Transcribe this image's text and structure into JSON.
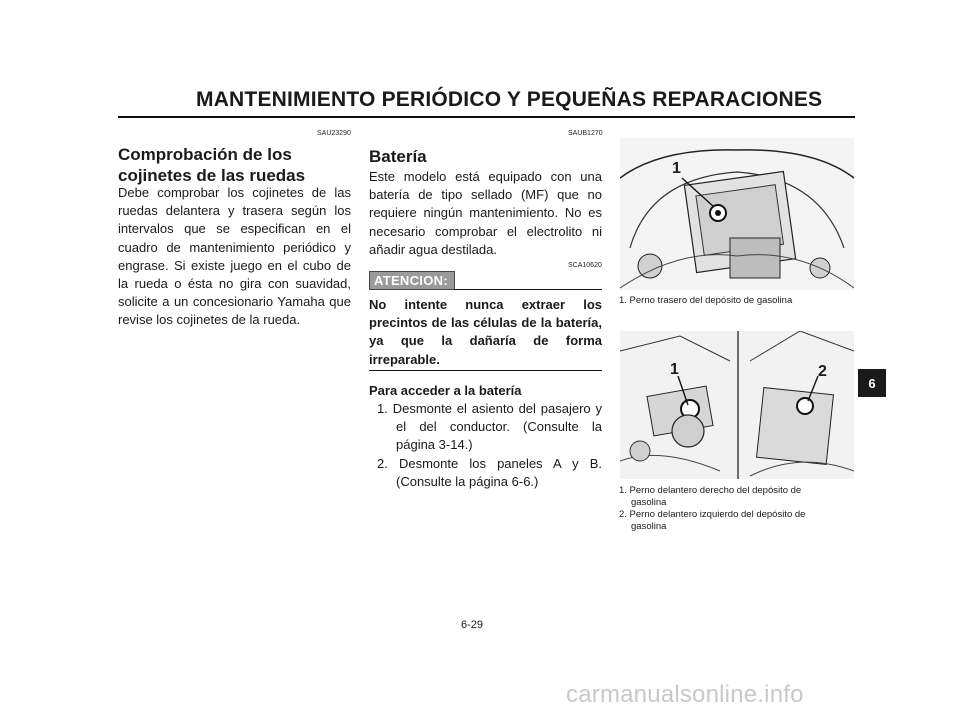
{
  "header": {
    "title": "MANTENIMIENTO PERIÓDICO Y PEQUEÑAS REPARACIONES"
  },
  "left": {
    "code": "SAU23290",
    "title_line1": "Comprobación de los",
    "title_line2": "cojinetes de las ruedas",
    "paragraph": "Debe comprobar los cojinetes de las ruedas delantera y trasera según los intervalos que se especifican en el cuadro de mantenimiento periódico y engrase. Si existe juego en el cubo de la rueda o ésta no gira con suavidad, solicite a un concesionario Yamaha que revise los cojinetes de la rueda."
  },
  "middle": {
    "code": "SAUB1270",
    "title": "Batería",
    "paragraph": "Este modelo está equipado con una batería de tipo sellado (MF) que no requiere ningún mantenimiento. No es necesario comprobar el electrolito ni añadir agua destilada.",
    "caution_code": "SCA10620",
    "caution_label": "ATENCION:",
    "caution_text": "No intente nunca extraer los precintos de las células de la batería, ya que la dañaría de forma irreparable.",
    "procedure_title": "Para acceder a la batería",
    "steps": [
      "1. Desmonte el asiento del pasajero y el del conductor. (Consulte la página 3-14.)",
      "2. Desmonte los paneles A y B. (Consulte la página 6-6.)"
    ]
  },
  "right": {
    "photo1_callout": "1",
    "caption1": "1. Perno trasero del depósito de gasolina",
    "photo2_callout1": "1",
    "photo2_callout2": "2",
    "caption2_line1": "1. Perno delantero derecho del depósito de",
    "caption2_line1b": "gasolina",
    "caption2_line2": "2. Perno delantero izquierdo del depósito de",
    "caption2_line2b": "gasolina"
  },
  "side_tab": "6",
  "footer": {
    "page_number": "6-29"
  },
  "watermark": "carmanualsonline.info"
}
